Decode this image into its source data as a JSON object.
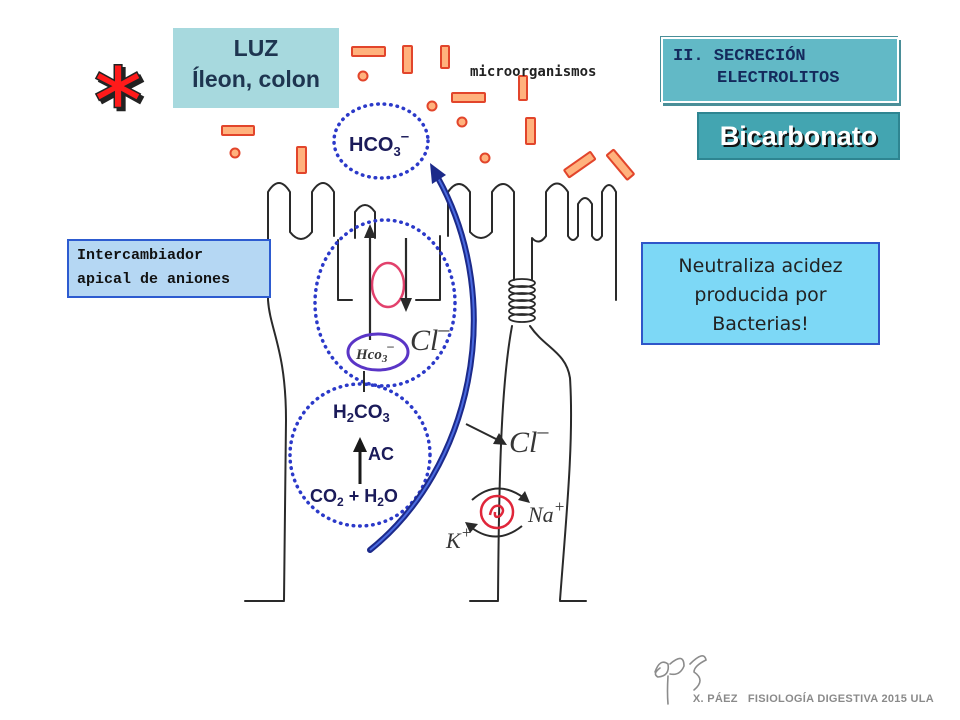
{
  "slide": {
    "asterisk": "*",
    "lumen_box": {
      "line1": "LUZ",
      "line2": "Íleon, colon"
    },
    "microorganisms_label": "microorganismos",
    "section_box": {
      "line1": "II. SECRECIÓN",
      "line2": "ELECTROLITOS"
    },
    "topic_box": {
      "label": "Bicarbonato"
    },
    "exchanger_box": {
      "line1": "Intercambiador",
      "line2": "apical de aniones"
    },
    "note_box": {
      "line1": "Neutraliza acidez",
      "line2": "producida por",
      "line3": "Bacterias!"
    },
    "footer": "X. PÁEZ   FISIOLOGÍA DIGESTIVA 2015 ULA"
  },
  "diagram": {
    "lumen_ion": {
      "base": "HCO",
      "sub": "3",
      "sup": "–"
    },
    "exchanger_out_ion": {
      "base": "Cl",
      "sup": "–"
    },
    "exchanger_in_ion": {
      "base": "Hco",
      "sub": "3",
      "sup": "–"
    },
    "carbonic_acid": {
      "p1": "H",
      "s1": "2",
      "p2": "CO",
      "s2": "3"
    },
    "enzyme": "AC",
    "substrates": {
      "p1": "CO",
      "s1": "2",
      "p2": " + H",
      "s2": "2",
      "p3": "O"
    },
    "basolateral_ion": {
      "base": "Cl",
      "sup": "–"
    },
    "pump_ions": {
      "na": {
        "base": "Na",
        "sup": "+"
      },
      "k": {
        "base": "K",
        "sup": "+"
      }
    }
  },
  "colors": {
    "asterisk": "#ff1a1a",
    "bacteria_fill": "#ffb27d",
    "bacteria_stroke": "#e2452b",
    "dotted_circle": "#2b39c9",
    "transport_arrow": "#1c2a8a",
    "exchanger": "#e2416c",
    "hco3_ellipse": "#5a35c6",
    "pump": "#e0263a"
  }
}
